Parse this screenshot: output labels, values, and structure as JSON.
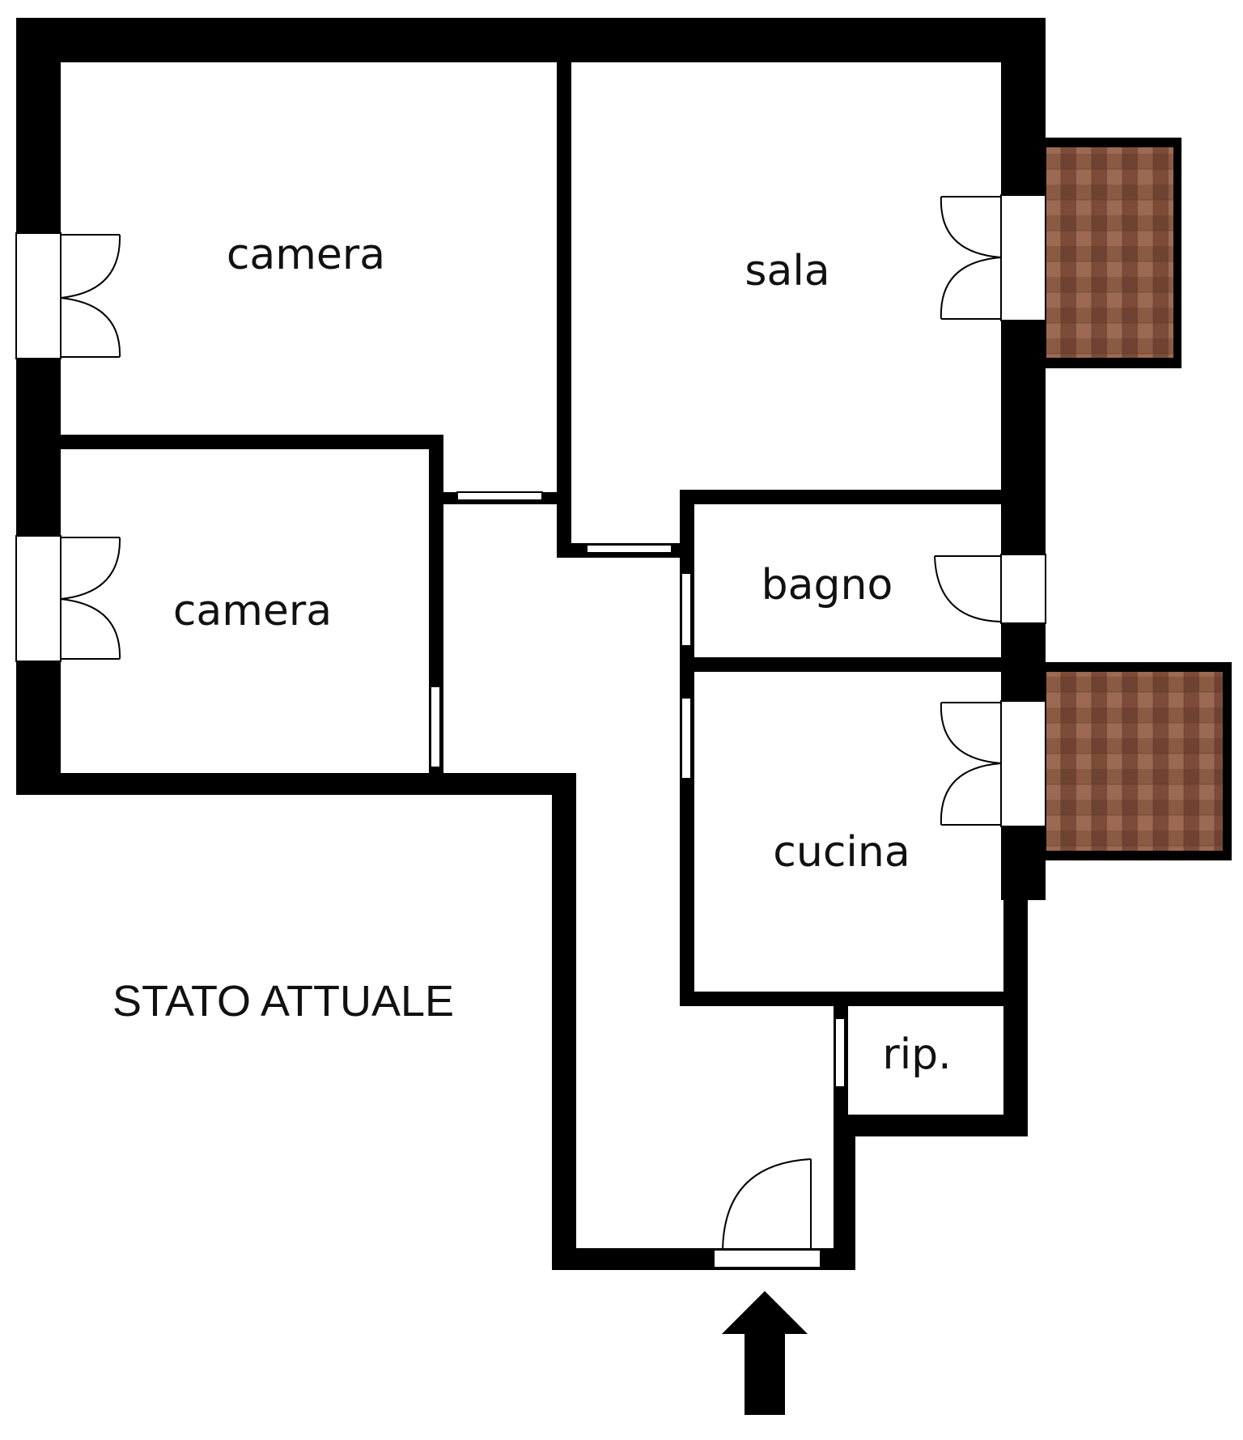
{
  "plan_title": "STATO ATTUALE",
  "rooms": {
    "camera_top": "camera",
    "camera_bottom": "camera",
    "sala": "sala",
    "bagno": "bagno",
    "cucina": "cucina",
    "ripostiglio": "rip."
  },
  "colors": {
    "wall": "#000000",
    "background": "#ffffff",
    "balcony_tile_base": "#8a5a43",
    "balcony_tile_dark": "#6f4231",
    "balcony_tile_light": "#9c6a52"
  },
  "icons": {
    "entrance": "arrow-up-icon"
  }
}
